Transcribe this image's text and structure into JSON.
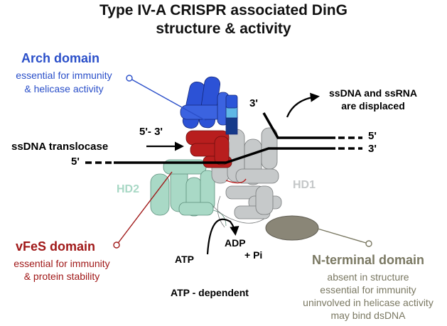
{
  "title": {
    "line1": "Type IV-A CRISPR associated DinG",
    "line2": "structure & activity"
  },
  "arch": {
    "name": "Arch domain",
    "line1": "essential for immunity",
    "line2": "& helicase activity"
  },
  "vfes": {
    "name": "vFeS domain",
    "line1": "essential for immunity",
    "line2": "& protein stability"
  },
  "nterm": {
    "name": "N-terminal domain",
    "line1": "absent in structure",
    "line2": "essential for immunity",
    "line3": "uninvolved in helicase activity",
    "line4": "may bind dsDNA"
  },
  "labels": {
    "translocase": "ssDNA translocase",
    "polarity": "5'- 3'",
    "five_prime_left": "5'",
    "three_prime_top": "3'",
    "five_prime_right": "5'",
    "three_prime_right": "3'",
    "displaced_line1": "ssDNA and ssRNA",
    "displaced_line2": "are displaced",
    "hd1": "HD1",
    "hd2": "HD2",
    "atp": "ATP",
    "adp": "ADP",
    "pi": "+ Pi",
    "atp_dependent": "ATP - dependent"
  },
  "colors": {
    "arch": "#2a4fc9",
    "vfes": "#a01818",
    "nterm": "#7a7862",
    "hd2": "#a8d8c5",
    "hd1": "#c4c7c8"
  }
}
